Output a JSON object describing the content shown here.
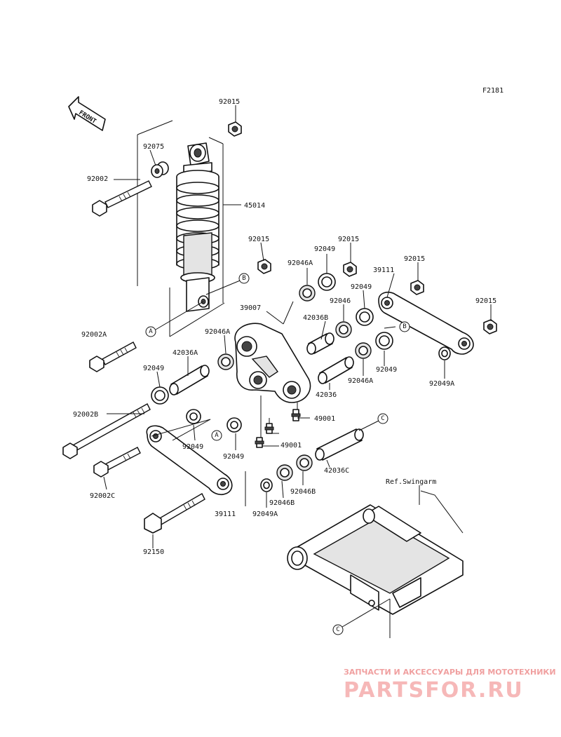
{
  "figure_code": "F2181",
  "front_arrow_label": "FRONT",
  "reference_text": "Ref.Swingarm",
  "watermark": {
    "tagline": "ЗАПЧАСТИ И АКСЕССУАРЫ ДЛЯ МОТОТЕХНИКИ",
    "logo": "PARTSFOR.RU"
  },
  "ref_markers": [
    "A",
    "B",
    "C"
  ],
  "part_labels": [
    "92015",
    "92075",
    "92002",
    "45014",
    "92015",
    "92049",
    "92015",
    "92046A",
    "39111",
    "92015",
    "92049",
    "39007",
    "92046",
    "42036B",
    "92015",
    "92002A",
    "92046A",
    "42036A",
    "92049",
    "92049",
    "92046A",
    "42036",
    "92049A",
    "92002B",
    "49001",
    "49001",
    "92049",
    "92049",
    "42036C",
    "92002C",
    "92046B",
    "92046B",
    "39111",
    "92049A",
    "92150"
  ]
}
